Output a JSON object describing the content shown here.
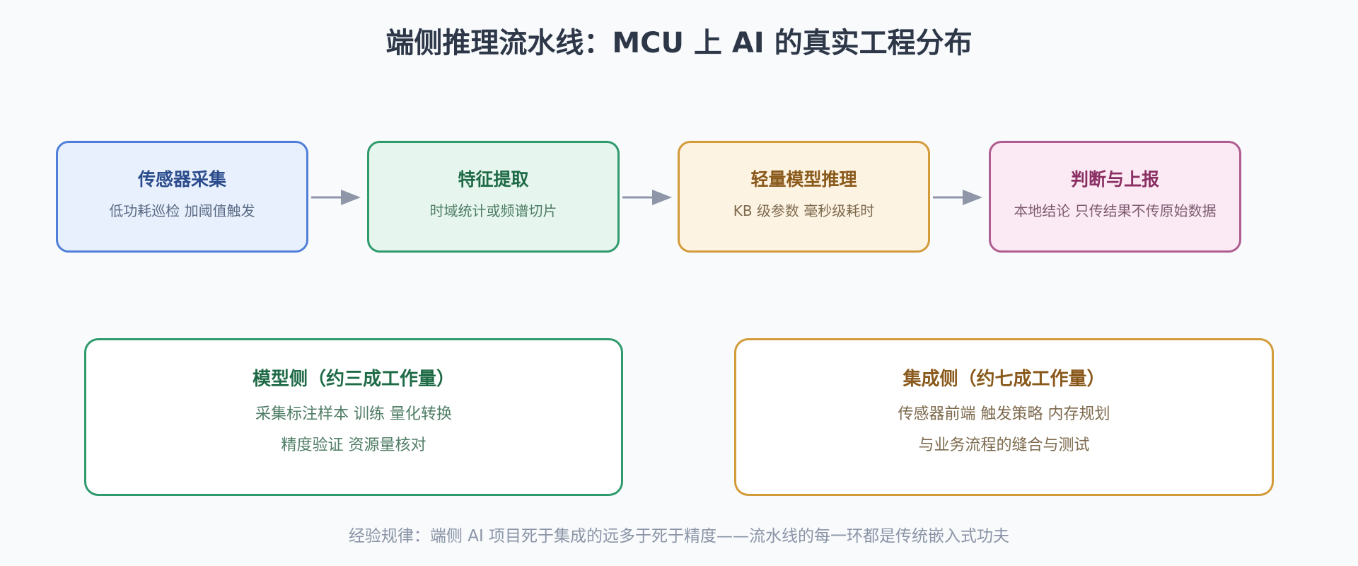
{
  "title": "端侧推理流水线：MCU 上 AI 的真实工程分布",
  "stages": [
    {
      "name": "传感器采集",
      "desc": "低功耗巡检 加阈值触发"
    },
    {
      "name": "特征提取",
      "desc": "时域统计或频谱切片"
    },
    {
      "name": "轻量模型推理",
      "desc": "KB 级参数 毫秒级耗时"
    },
    {
      "name": "判断与上报",
      "desc": "本地结论 只传结果不传原始数据"
    }
  ],
  "panels": [
    {
      "title": "模型侧（约三成工作量）",
      "lines": [
        "采集标注样本 训练 量化转换",
        "精度验证 资源量核对"
      ]
    },
    {
      "title": "集成侧（约七成工作量）",
      "lines": [
        "传感器前端 触发策略 内存规划",
        "与业务流程的缝合与测试"
      ]
    }
  ],
  "footer": "经验规律：端侧 AI 项目死于集成的远多于死于精度——流水线的每一环都是传统嵌入式功夫",
  "colors": {
    "arrow": "#8e96a8",
    "blue": "#4f7fd8",
    "green": "#2f9a6c",
    "orange": "#d39a3a",
    "pink": "#b05c90"
  }
}
